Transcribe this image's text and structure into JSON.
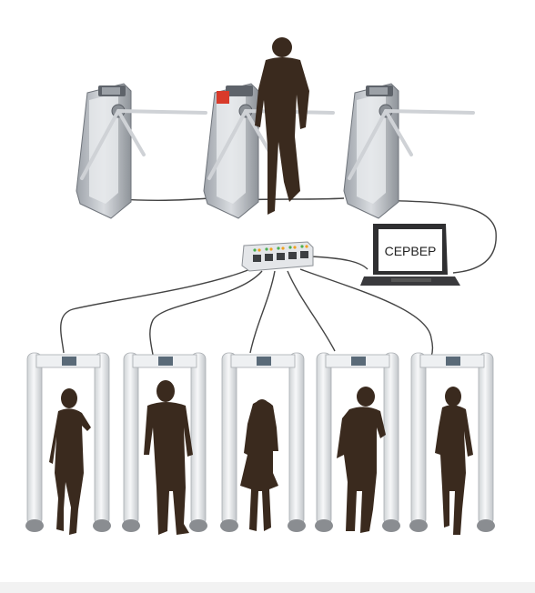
{
  "diagram": {
    "server_label": "СЕРВЕР",
    "turnstile_count": 3,
    "switch_port_count": 5,
    "metal_detector_count": 5,
    "colors": {
      "background": "#ffffff",
      "silhouette": "#3a2a1e",
      "turnstile_body": "#b8bcc2",
      "turnstile_dark": "#6f747b",
      "cable": "#444444",
      "arch": "#e6e8ea",
      "arch_base": "#8a8d91",
      "laptop": "#2f2f31",
      "port_led_green": "#4caf50",
      "port_led_orange": "#f0a020",
      "turnstile_alert": "#d83a2a"
    }
  }
}
